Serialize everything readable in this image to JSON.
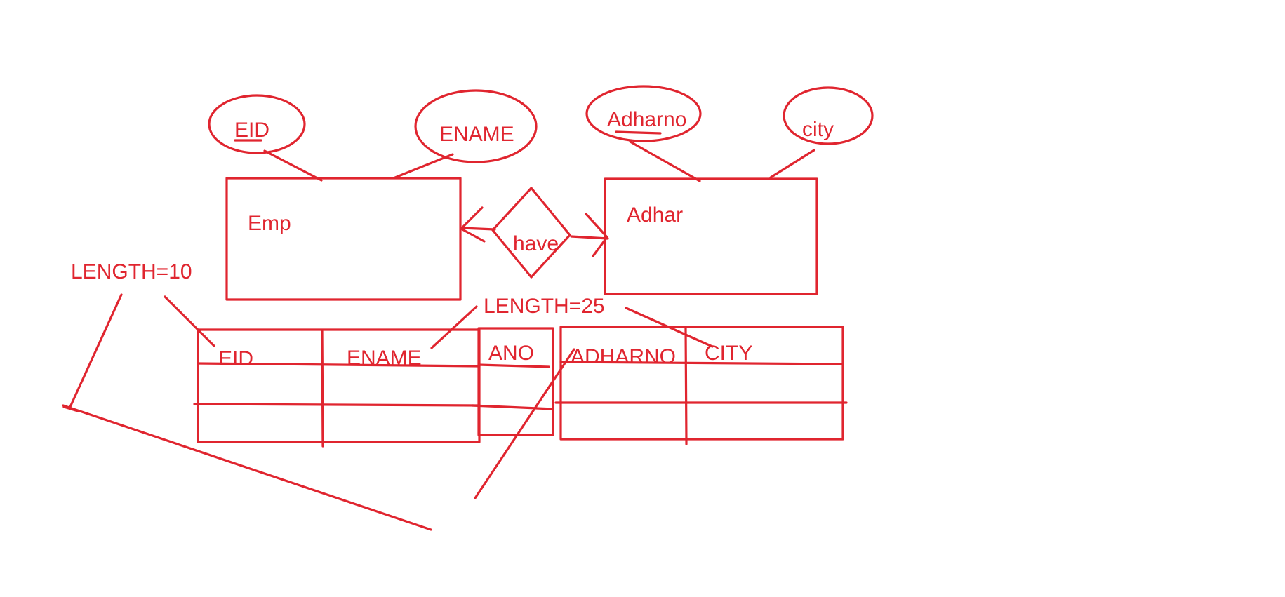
{
  "colors": {
    "ink": "#e0252f",
    "background": "#ffffff"
  },
  "attributes": {
    "eid": "EID",
    "ename": "ENAME",
    "adharno": "Adharno",
    "city": "city"
  },
  "entities": {
    "emp": "Emp",
    "adhar": "Adhar"
  },
  "relationship": {
    "have": "have"
  },
  "notes": {
    "length10": "LENGTH=10",
    "length25": "LENGTH=25"
  },
  "emp_table": {
    "columns": [
      "EID",
      "ENAME"
    ]
  },
  "adhar_table": {
    "columns": [
      "ANO",
      "ADHARNO",
      "CITY"
    ]
  }
}
